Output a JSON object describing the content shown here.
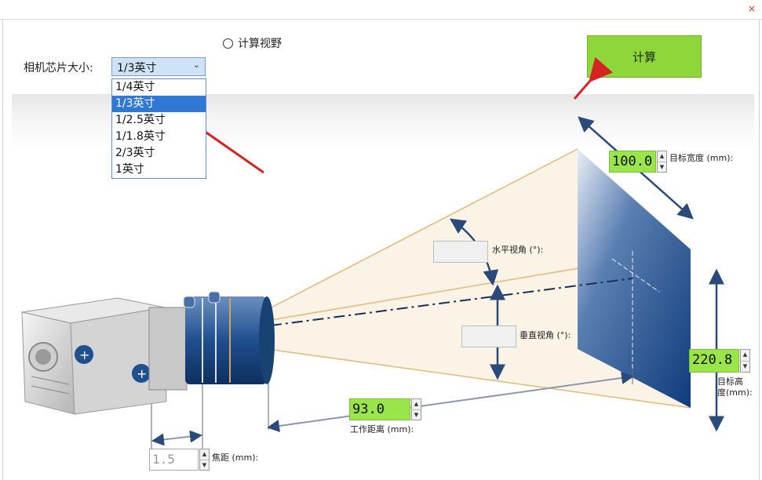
{
  "window": {
    "close_label": "×"
  },
  "mode": {
    "radio_label": "计算视野"
  },
  "chip": {
    "label": "相机芯片大小:",
    "selected": "1/3英寸",
    "options": [
      "1/4英寸",
      "1/3英寸",
      "1/2.5英寸",
      "1/1.8英寸",
      "2/3英寸",
      "1英寸"
    ],
    "selected_index": 1
  },
  "calc_button_label": "计算",
  "fields": {
    "target_width": {
      "value": "100.0",
      "label": "目标宽度 (mm):"
    },
    "horizontal_angle": {
      "value": "",
      "label": "水平视角 (°):"
    },
    "vertical_angle": {
      "value": "",
      "label": "垂直视角 (°):"
    },
    "target_height": {
      "value": "220.8",
      "label_line1": "目标高",
      "label_line2": "度(mm):"
    },
    "working_distance": {
      "value": "93.0",
      "label": "工作距离 (mm):"
    },
    "focal_length": {
      "value": "1.5",
      "label": "焦距 (mm):"
    }
  },
  "colors": {
    "accent_green": "#8fd63a",
    "field_green": "#9ae64a",
    "target_blue": "#1e4f8f",
    "arrow_red": "#d42424",
    "dimension_blue": "#2a4a7a"
  }
}
